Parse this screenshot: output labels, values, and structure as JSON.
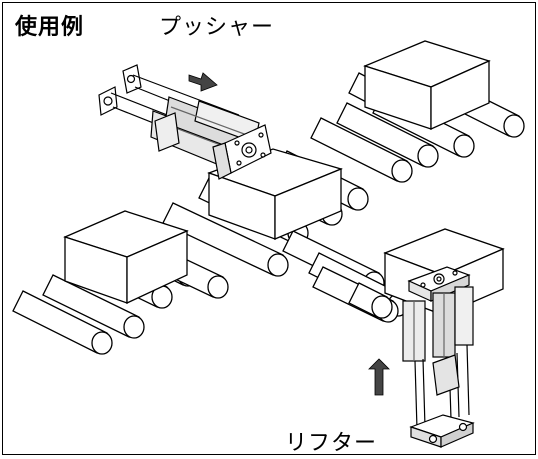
{
  "labels": {
    "title": "使用例",
    "pusher": "プッシャー",
    "lifter": "リフター"
  },
  "colors": {
    "line": "#000000",
    "fill": "#ffffff",
    "cylinder_shade": "#cfcfcf",
    "arrow": "#444444"
  },
  "icons": [
    "push-arrow-icon",
    "lift-arrow-icon"
  ]
}
